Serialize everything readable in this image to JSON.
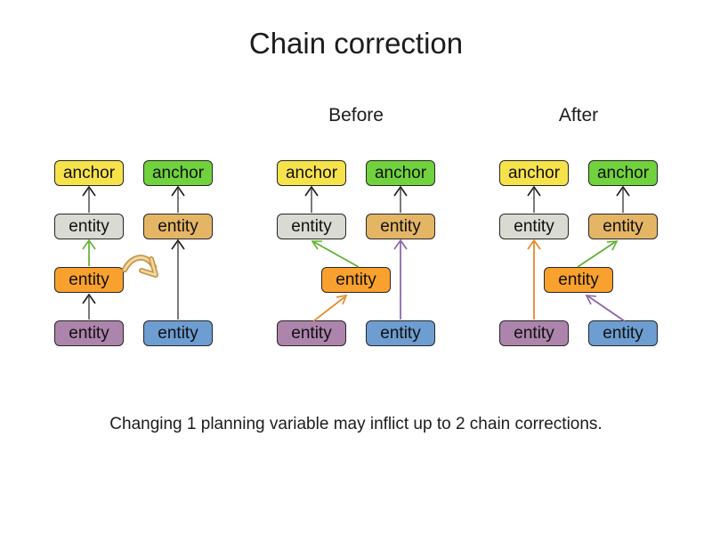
{
  "title": "Chain correction",
  "caption": "Changing 1 planning variable may inflict up to 2 chain corrections.",
  "colors": {
    "background": "#ffffff",
    "node_border": "#262626",
    "node_fills": {
      "yellow_anchor": "#F6E34B",
      "green_anchor": "#70D23C",
      "gray_entity": "#D9DBD3",
      "tan_entity": "#E5B566",
      "orange_entity": "#F9A12E",
      "purple_entity": "#AD84AC",
      "blue_entity": "#6D9DD1"
    },
    "arrow_colors": {
      "gray_line": "#7A7A7A",
      "chevron_black": "#1a1a1a",
      "green": "#5FAF2F",
      "orange": "#E8821E",
      "purple": "#8760A8",
      "move_arrow_outline": "#C4964A",
      "move_arrow_fill": "#F2D9A2"
    }
  },
  "groups": [
    {
      "label": "",
      "nodes": [
        {
          "label": "anchor",
          "color": "yellow"
        },
        {
          "label": "anchor",
          "color": "green"
        },
        {
          "label": "entity",
          "color": "gray"
        },
        {
          "label": "entity",
          "color": "tan"
        },
        {
          "label": "entity",
          "color": "orange"
        },
        {
          "label": "entity",
          "color": "purple"
        },
        {
          "label": "entity",
          "color": "blue"
        }
      ],
      "edges": [
        {
          "from": "entity-purple",
          "to": "entity-orange",
          "color": "gray"
        },
        {
          "from": "entity-orange",
          "to": "entity-gray",
          "color": "green"
        },
        {
          "from": "entity-gray",
          "to": "anchor-yellow",
          "color": "gray"
        },
        {
          "from": "entity-blue",
          "to": "entity-tan",
          "color": "gray"
        },
        {
          "from": "entity-tan",
          "to": "anchor-green",
          "color": "gray"
        },
        {
          "type": "move-indicator",
          "desc": "curved tan arrow from orange entity toward second chain",
          "color": "tan"
        }
      ]
    },
    {
      "label": "Before",
      "nodes": [
        {
          "label": "anchor",
          "color": "yellow"
        },
        {
          "label": "anchor",
          "color": "green"
        },
        {
          "label": "entity",
          "color": "gray"
        },
        {
          "label": "entity",
          "color": "tan"
        },
        {
          "label": "entity",
          "color": "orange"
        },
        {
          "label": "entity",
          "color": "purple"
        },
        {
          "label": "entity",
          "color": "blue"
        }
      ],
      "edges": [
        {
          "from": "entity-purple",
          "to": "entity-orange",
          "color": "orange"
        },
        {
          "from": "entity-orange",
          "to": "entity-gray",
          "color": "green"
        },
        {
          "from": "entity-gray",
          "to": "anchor-yellow",
          "color": "gray"
        },
        {
          "from": "entity-blue",
          "to": "entity-tan",
          "color": "purple"
        },
        {
          "from": "entity-tan",
          "to": "anchor-green",
          "color": "gray"
        }
      ]
    },
    {
      "label": "After",
      "nodes": [
        {
          "label": "anchor",
          "color": "yellow"
        },
        {
          "label": "anchor",
          "color": "green"
        },
        {
          "label": "entity",
          "color": "gray"
        },
        {
          "label": "entity",
          "color": "tan"
        },
        {
          "label": "entity",
          "color": "orange"
        },
        {
          "label": "entity",
          "color": "purple"
        },
        {
          "label": "entity",
          "color": "blue"
        }
      ],
      "edges": [
        {
          "from": "entity-purple",
          "to": "entity-gray",
          "color": "orange"
        },
        {
          "from": "entity-orange",
          "to": "entity-tan",
          "color": "green"
        },
        {
          "from": "entity-blue",
          "to": "entity-orange",
          "color": "purple"
        },
        {
          "from": "entity-gray",
          "to": "anchor-yellow",
          "color": "gray"
        },
        {
          "from": "entity-tan",
          "to": "anchor-green",
          "color": "gray"
        }
      ]
    }
  ]
}
